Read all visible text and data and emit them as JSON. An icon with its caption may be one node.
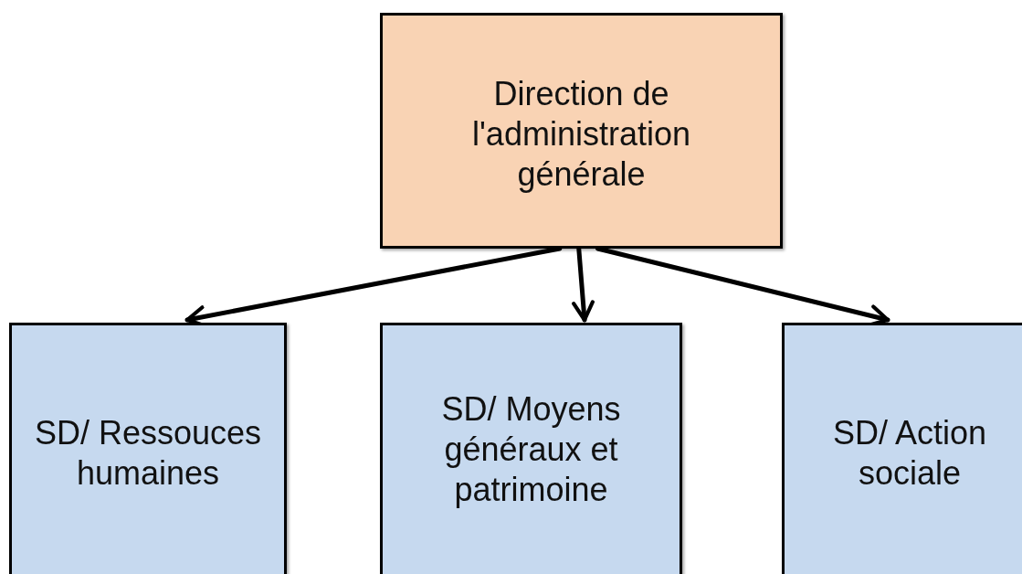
{
  "diagram": {
    "nodes": [
      {
        "text": [
          "Direction de l'administration générale"
        ]
      },
      {
        "text": [
          "SD/ Ressouces humaines"
        ]
      },
      {
        "text": [
          "SD/ Moyens généraux et patrimoine"
        ]
      },
      {
        "text": [
          "SD/ Action sociale"
        ]
      }
    ],
    "edges": [
      {
        "from": 0,
        "to": 1,
        "arrow": "to"
      },
      {
        "from": 0,
        "to": 2,
        "arrow": "to"
      },
      {
        "from": 0,
        "to": 3,
        "arrow": "to"
      }
    ]
  }
}
